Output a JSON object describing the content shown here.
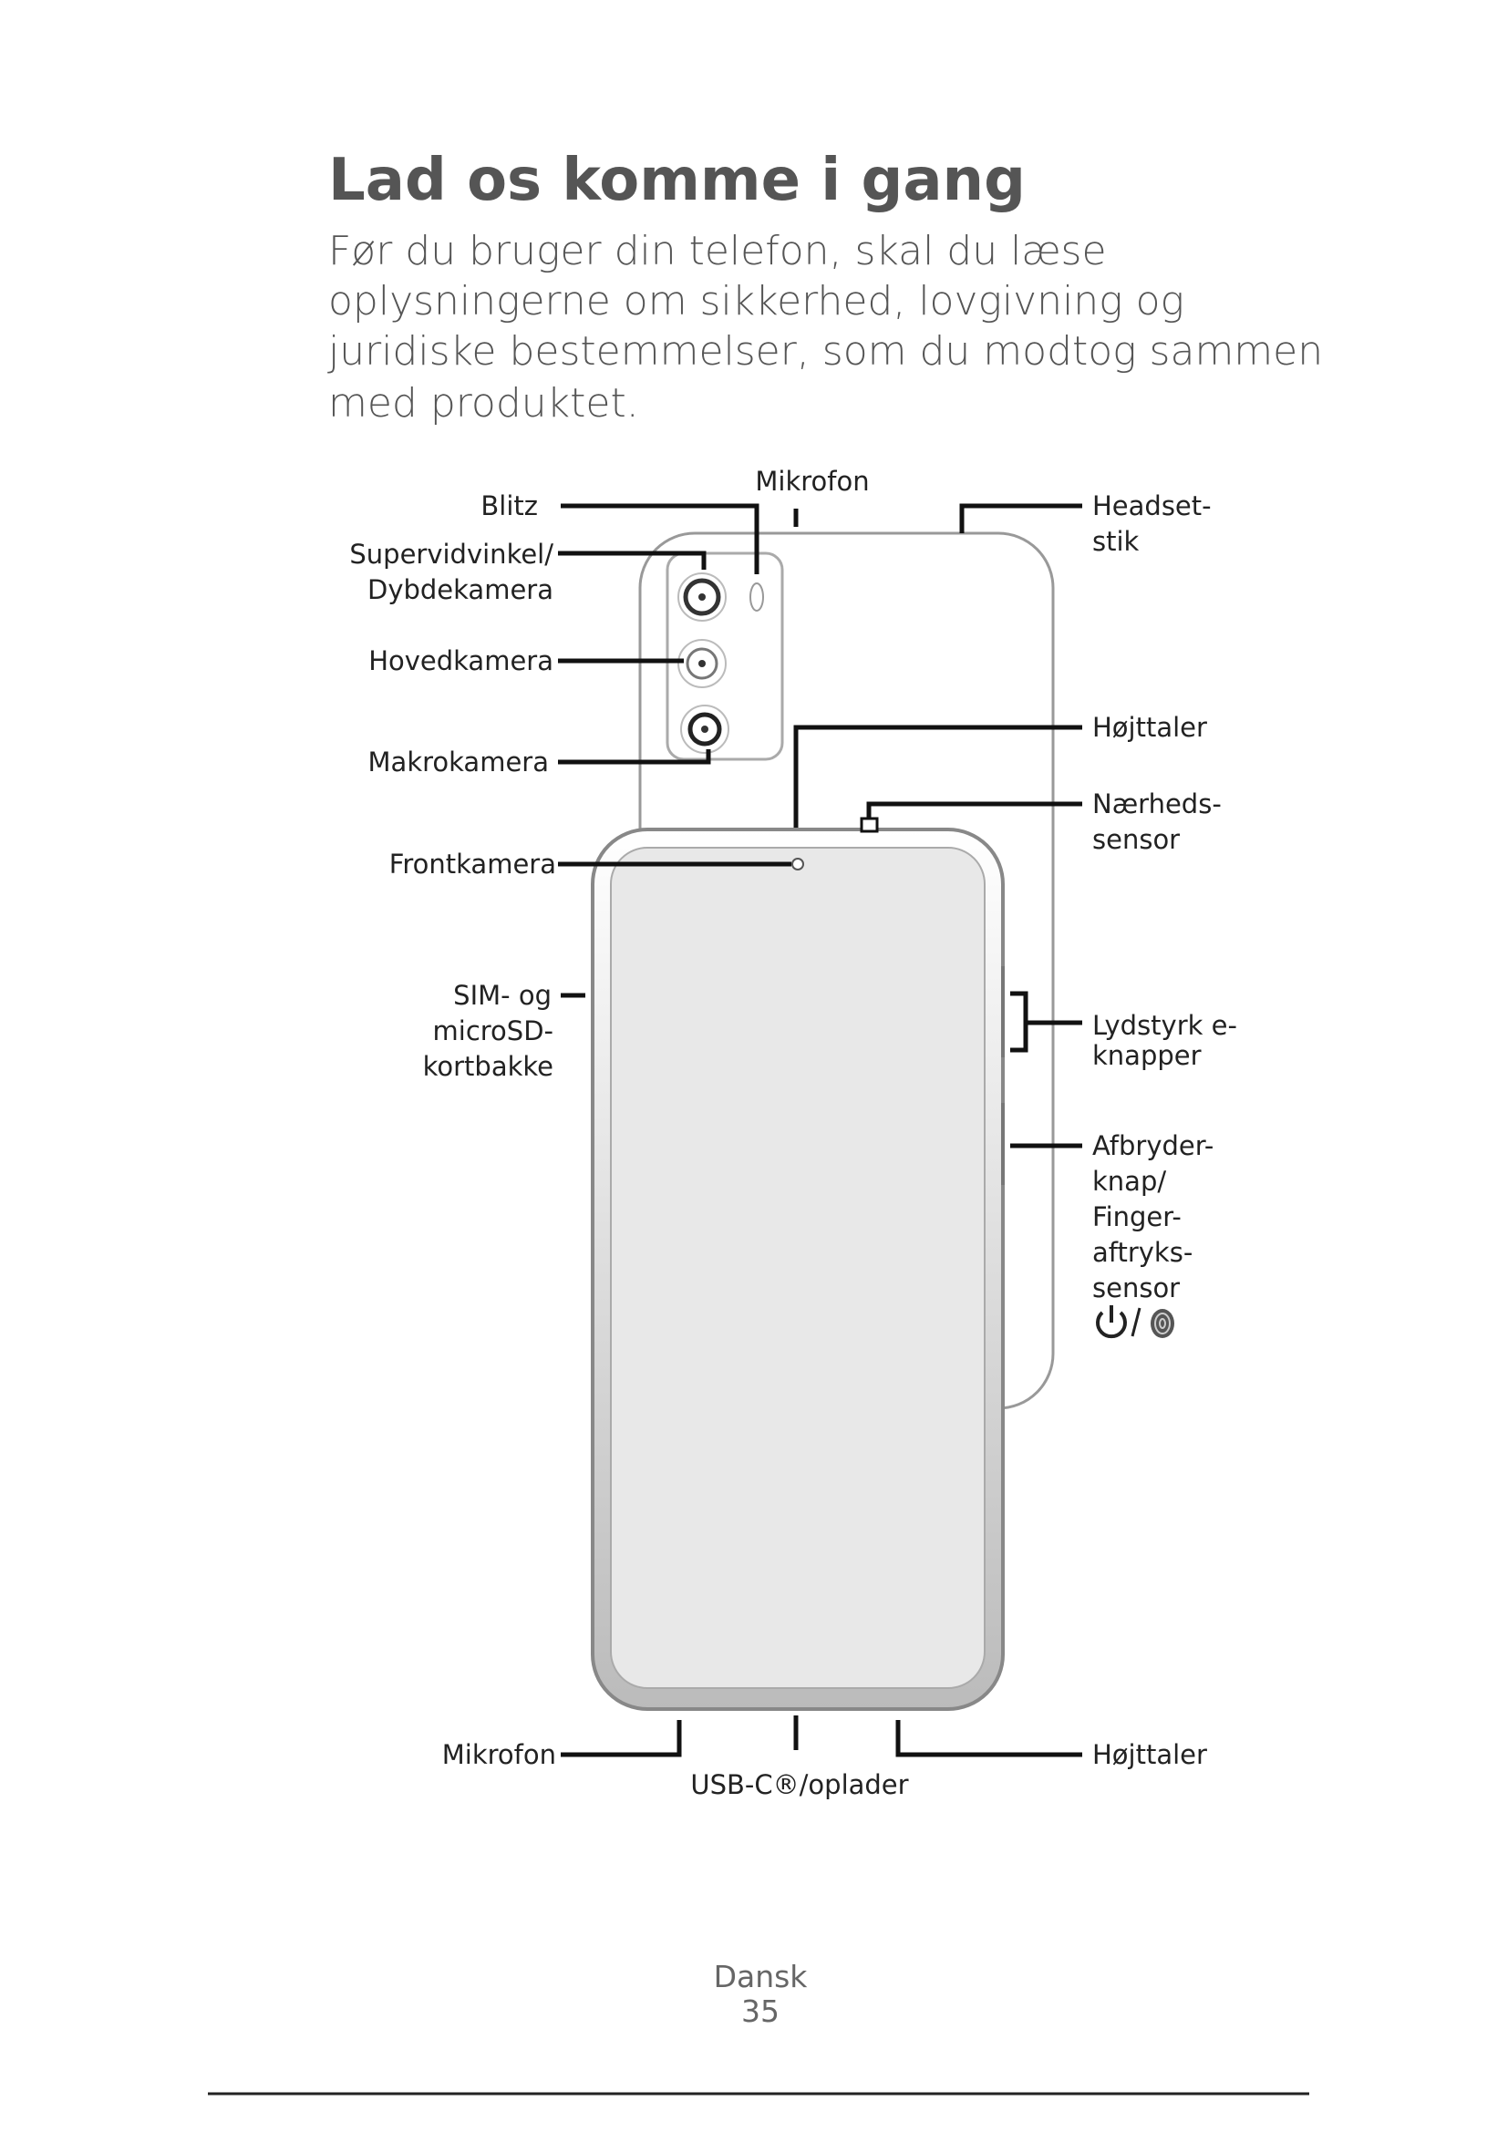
{
  "heading": "Lad os komme i gang",
  "intro_lines": [
    "Før du bruger din telefon, skal du læse",
    "oplysningerne om sikkerhed, lovgivning og",
    "juridiske bestemmelser, som du modtog sammen",
    "med produktet."
  ],
  "labels": {
    "mikrofon_top": "Mikrofon",
    "blitz": "Blitz",
    "supervidvinkel": [
      "Supervidvinkel/",
      "Dybdekamera"
    ],
    "hovedkamera": "Hovedkamera",
    "makrokamera": "Makrokamera",
    "frontkamera": "Frontkamera",
    "sim": [
      "SIM- og",
      "microSD-",
      "kortbakke"
    ],
    "headset": [
      "Headset-",
      "stik"
    ],
    "hojttaler_top": "Højttaler",
    "naerheds": [
      "Nærheds-",
      "sensor"
    ],
    "lydstyrke": [
      "Lydstyrk e-",
      "knapper"
    ],
    "afbryder": [
      "Afbryder-",
      "knap/",
      "Finger-",
      "aftryks-",
      "sensor"
    ],
    "mikrofon_bottom": "Mikrofon",
    "usb": "USB-C®/oplader",
    "hojttaler_bottom": "Højttaler"
  },
  "icons": [
    "power-icon",
    "fingerprint-icon"
  ],
  "footer": {
    "language": "Dansk",
    "page": "35"
  }
}
